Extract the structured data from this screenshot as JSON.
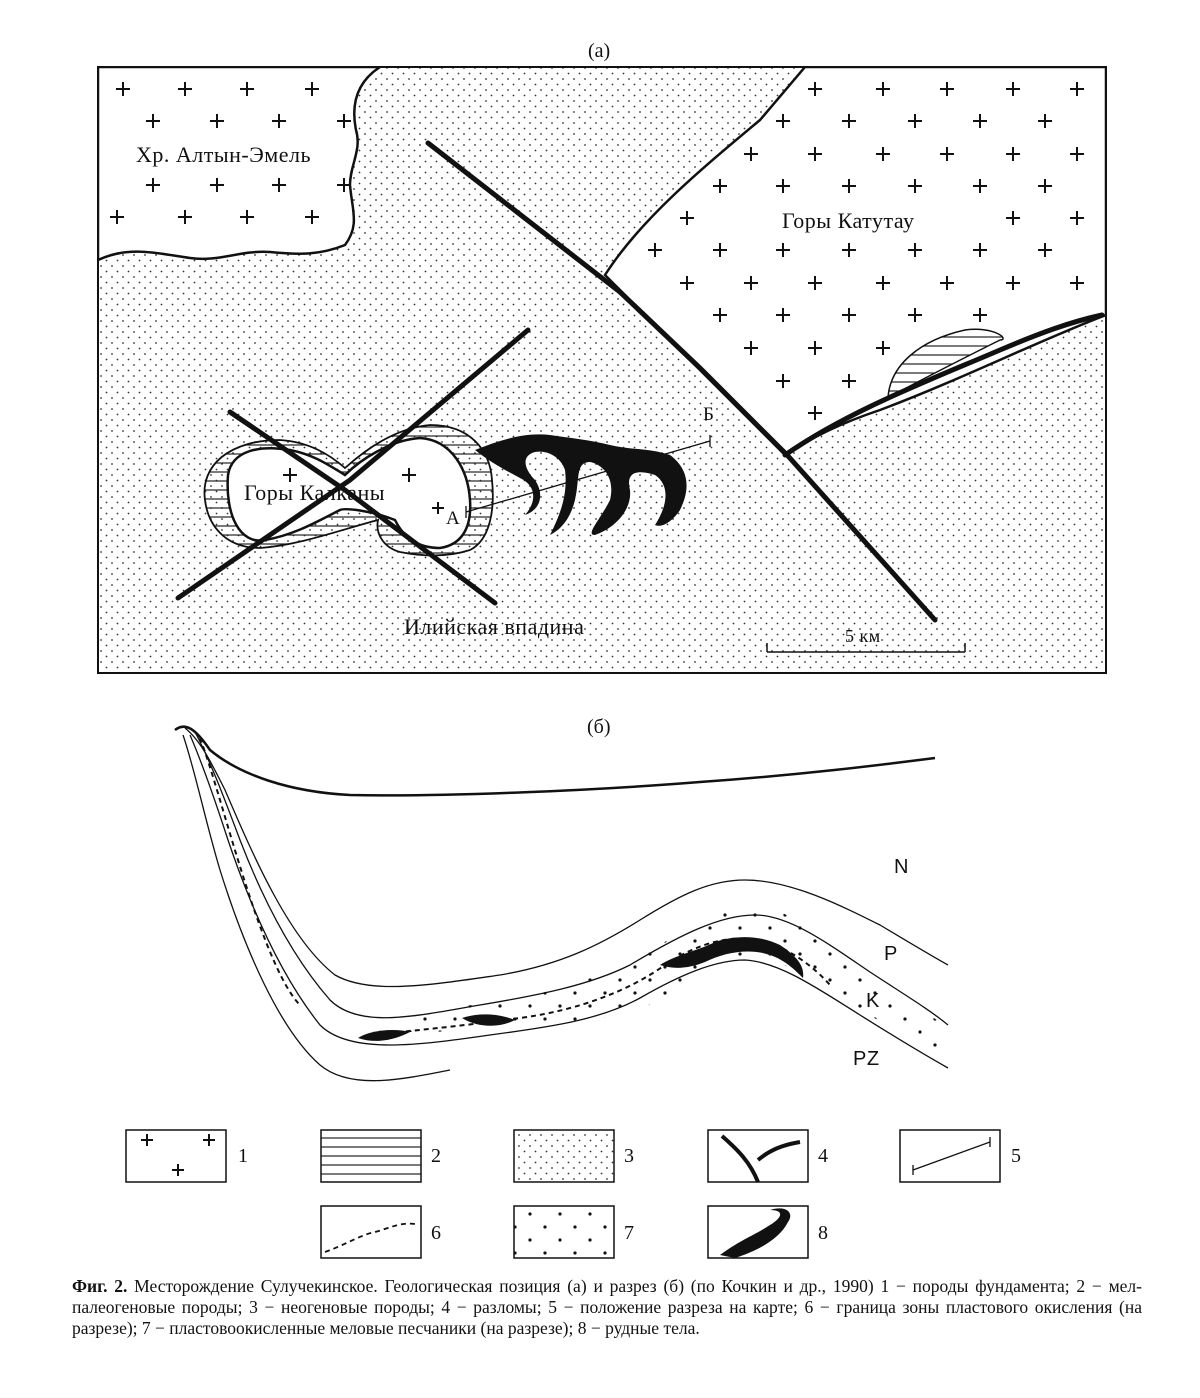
{
  "panel_a": {
    "tag": "(а)",
    "labels": {
      "altyn_emel": "Хр. Алтын-Эмель",
      "katutau": "Горы Катутау",
      "kalkany": "Горы Калканы",
      "ili": "Илийская впадина",
      "point_a": "А",
      "point_b": "Б",
      "scale": "5 км"
    }
  },
  "panel_b": {
    "tag": "(б)",
    "labels": {
      "n": "N",
      "p": "P",
      "k": "K",
      "pz": "PZ"
    }
  },
  "legend": {
    "items": [
      {
        "num": "1"
      },
      {
        "num": "2"
      },
      {
        "num": "3"
      },
      {
        "num": "4"
      },
      {
        "num": "5"
      },
      {
        "num": "6"
      },
      {
        "num": "7"
      },
      {
        "num": "8"
      }
    ]
  },
  "caption": {
    "prefix": "Фиг. 2.",
    "text": " Месторождение Сулучекинское. Геологическая позиция (а) и разрез (б) (по Кочкин и др., 1990) 1 − породы фундамента; 2 − мел-палеогеновые породы; 3 − неогеновые породы; 4 − разломы; 5 − положение разреза на карте; 6 − граница зоны пластового окисления (на разрезе); 7 − пластовоокисленные меловые песчаники (на разрезе); 8 − рудные тела."
  }
}
